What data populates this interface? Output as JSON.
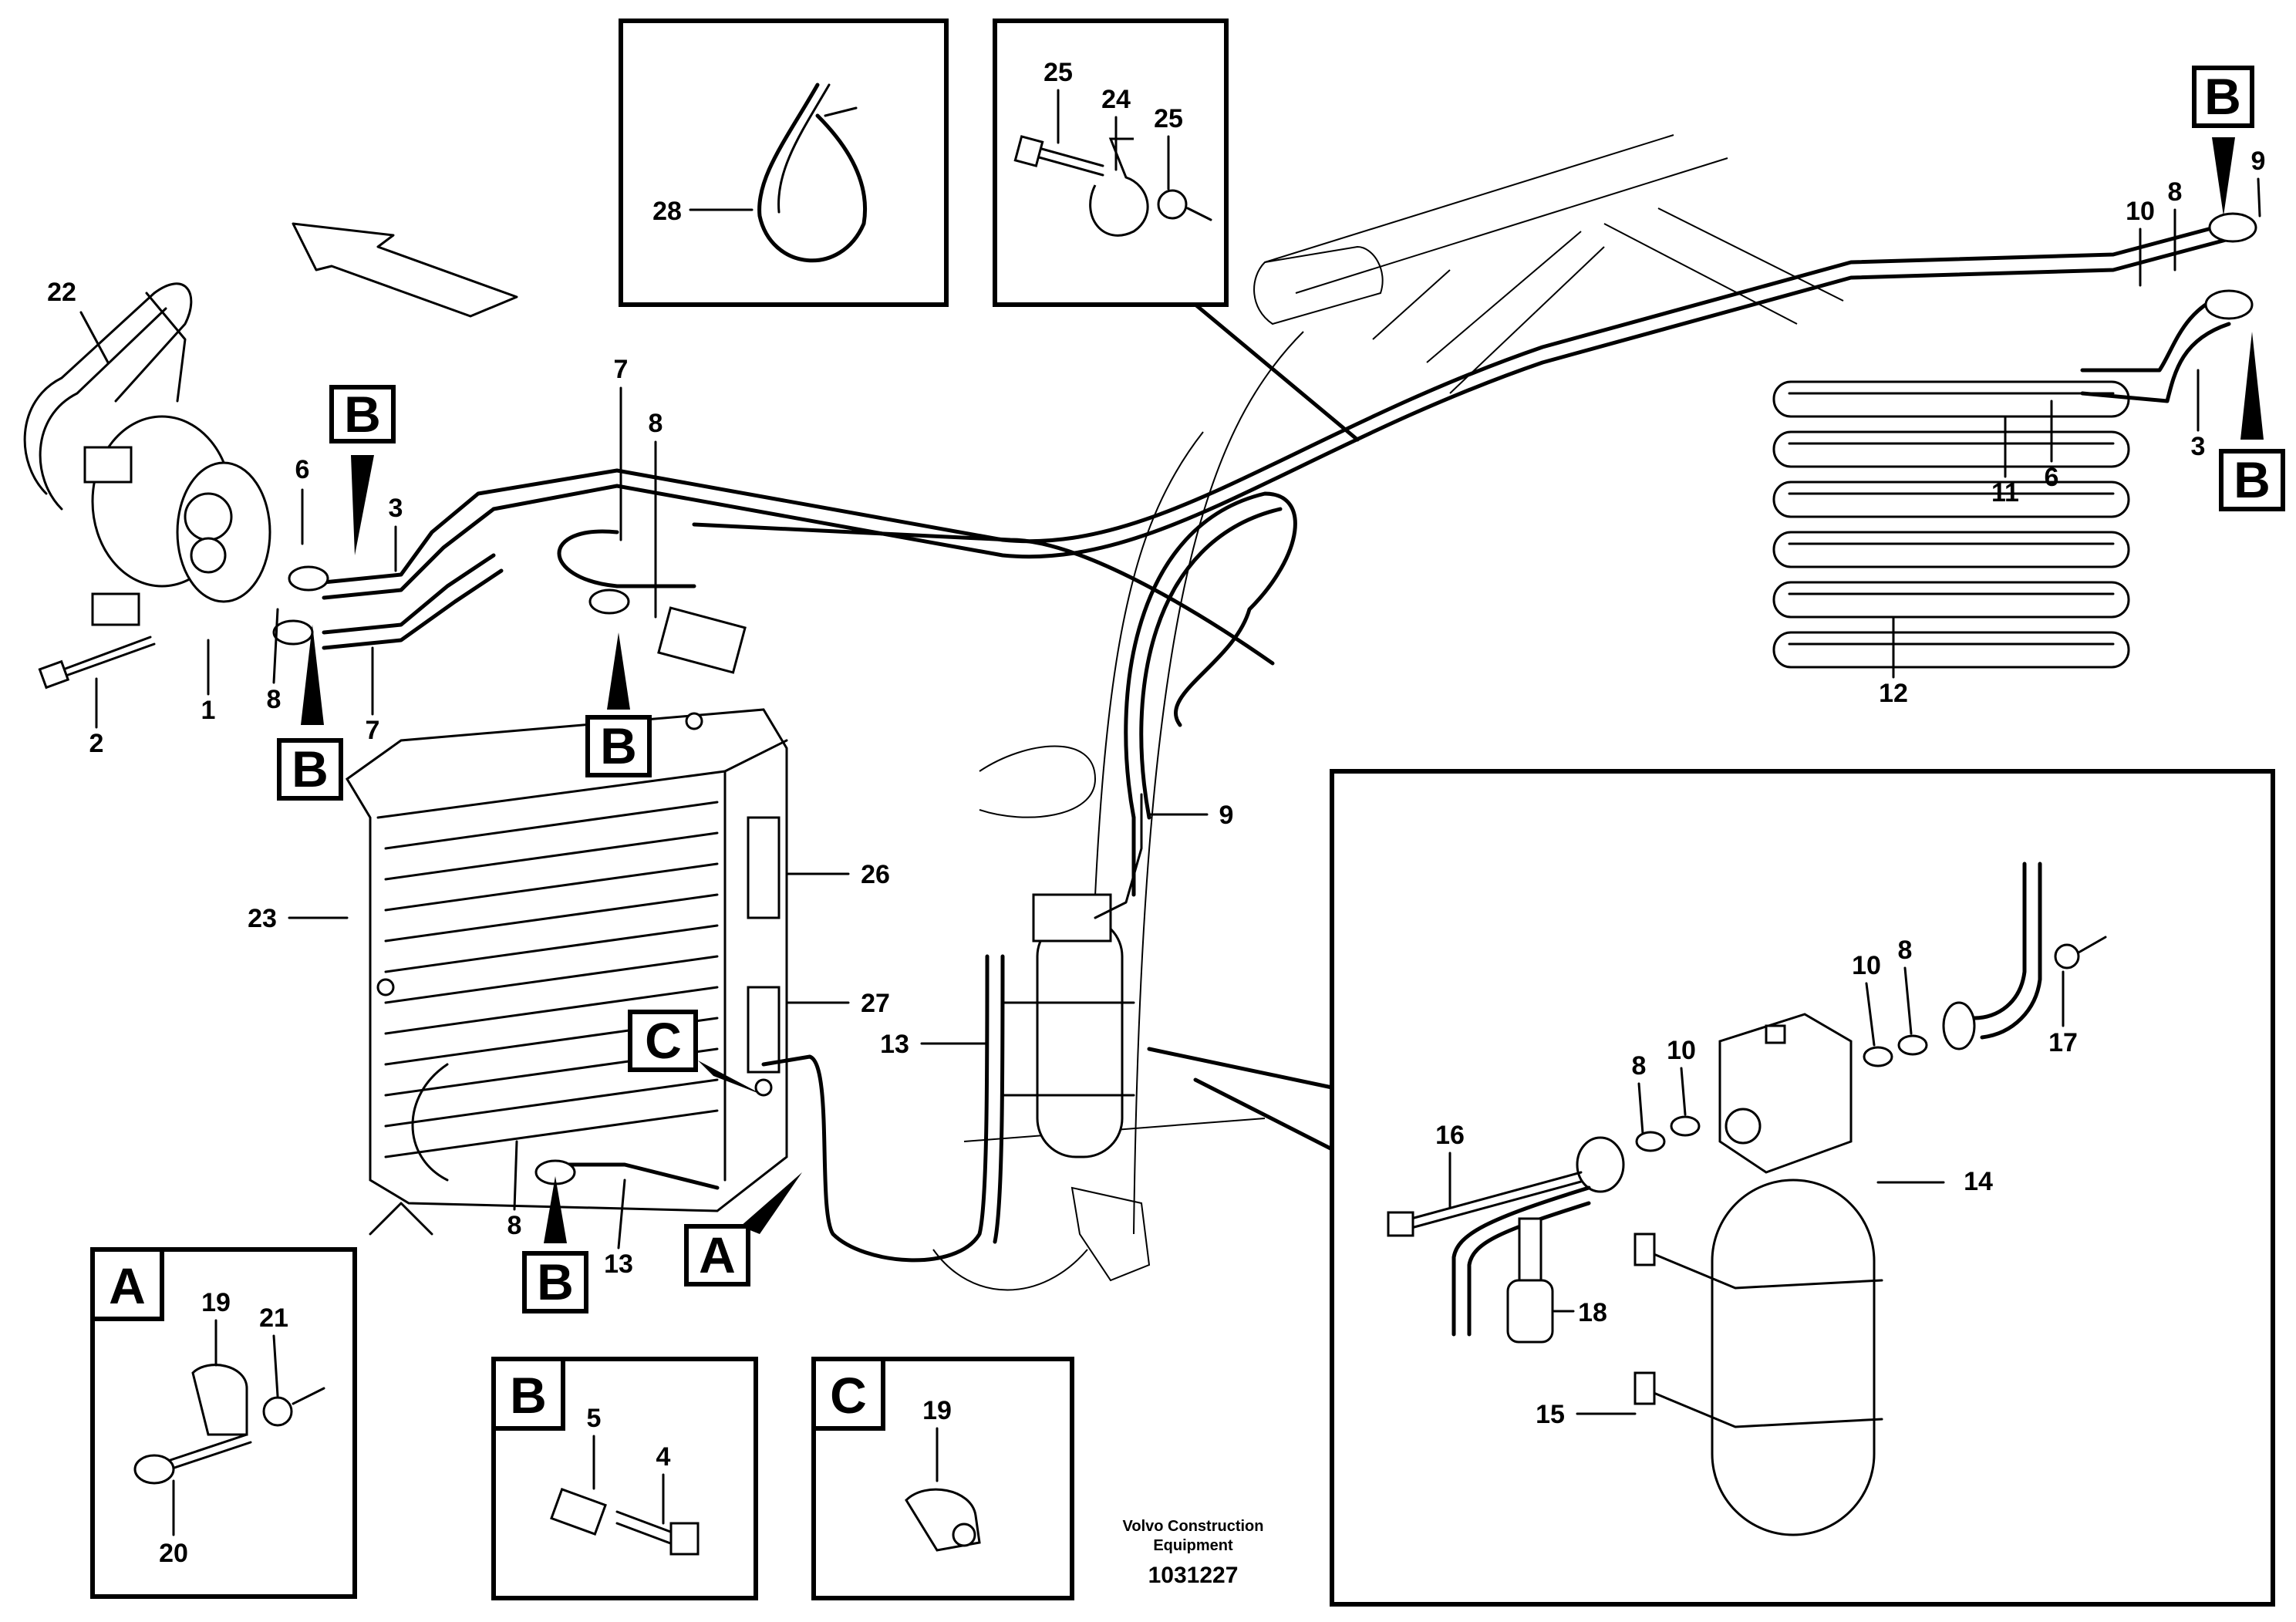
{
  "credit": {
    "line1": "Volvo Construction",
    "line2": "Equipment"
  },
  "document_number": "1031227",
  "detail_tags": {
    "a": "A",
    "b": "B",
    "c": "C"
  },
  "part_labels": {
    "p1": "1",
    "p2": "2",
    "p3": "3",
    "p4": "4",
    "p5": "5",
    "p6": "6",
    "p7": "7",
    "p8": "8",
    "p9": "9",
    "p10": "10",
    "p11": "11",
    "p12": "12",
    "p13": "13",
    "p14": "14",
    "p15": "15",
    "p16": "16",
    "p17": "17",
    "p18": "18",
    "p19": "19",
    "p20": "20",
    "p21": "21",
    "p22": "22",
    "p23": "23",
    "p24": "24",
    "p25": "25",
    "p26": "26",
    "p27": "27",
    "p28": "28"
  }
}
